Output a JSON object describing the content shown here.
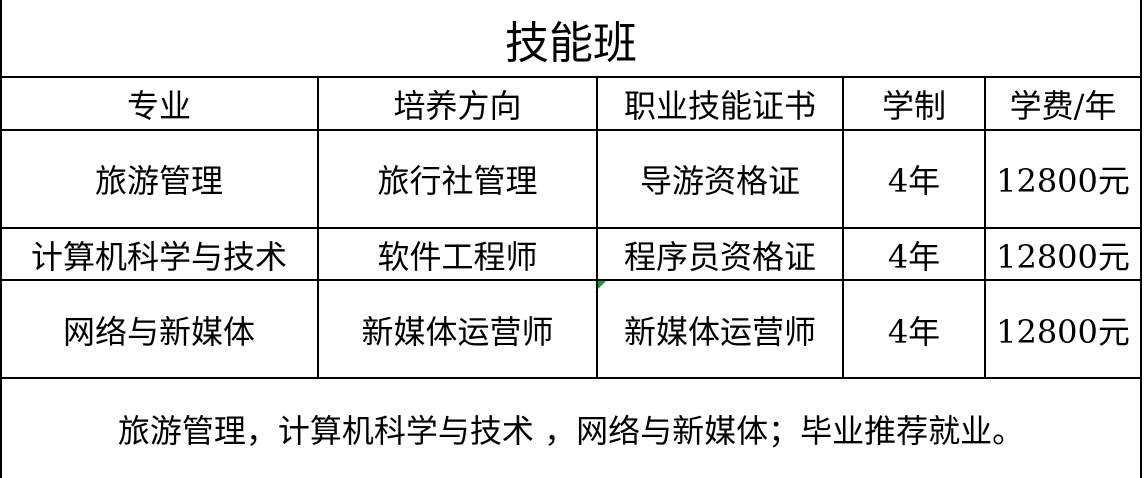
{
  "title": "技能班",
  "headers": [
    "专业",
    "培养方向",
    "职业技能证书",
    "学制",
    "学费/年"
  ],
  "rows": [
    [
      "旅游管理",
      "旅行社管理",
      "导游资格证",
      "4年",
      "12800元"
    ],
    [
      "计算机科学与技术",
      "软件工程师",
      "程序员资格证",
      "4年",
      "12800元"
    ],
    [
      "网络与新媒体",
      "新媒体运营师",
      "新媒体运营师",
      "4年",
      "12800元"
    ]
  ],
  "footer": "旅游管理，计算机科学与技术 ，网络与新媒体；毕业推荐就业。",
  "colors": {
    "comment_marker": "#1e9a2e"
  }
}
